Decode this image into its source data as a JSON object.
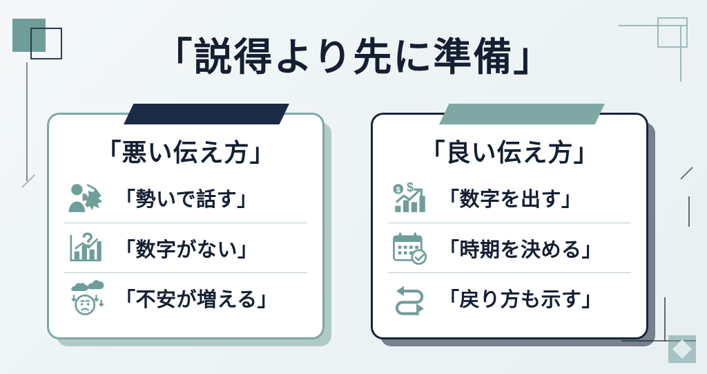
{
  "title": "「説得より先に準備」",
  "theme": {
    "background": "#eef4f5",
    "navy": "#141f33",
    "teal": "#7fa7a4",
    "icon_teal": "#6f9d9a",
    "divider": "#b9cdcd"
  },
  "cards": [
    {
      "id": "bad",
      "title": "「悪い伝え方」",
      "banner_color": "#1b2a45",
      "border_color": "#7fa7a4",
      "rows": [
        {
          "icon": "shouting-person-icon",
          "label": "「勢いで話す」"
        },
        {
          "icon": "bar-chart-question-icon",
          "label": "「数字がない」"
        },
        {
          "icon": "worried-face-clouds-icon",
          "label": "「不安が増える」"
        }
      ]
    },
    {
      "id": "good",
      "title": "「良い伝え方」",
      "banner_color": "#7fa7a4",
      "border_color": "#18243a",
      "rows": [
        {
          "icon": "money-growth-chart-icon",
          "label": "「数字を出す」"
        },
        {
          "icon": "calendar-check-icon",
          "label": "「時期を決める」"
        },
        {
          "icon": "return-loop-arrow-icon",
          "label": "「戻り方も示す」"
        }
      ]
    }
  ],
  "decorations": [
    {
      "name": "filled-square",
      "color": "#6f9d9a"
    },
    {
      "name": "outlined-square",
      "color": "#2b3b4d"
    },
    {
      "name": "outlined-square-light",
      "color": "#9db9bb"
    },
    {
      "name": "diamond-square",
      "color": "#6f9d9a"
    }
  ]
}
